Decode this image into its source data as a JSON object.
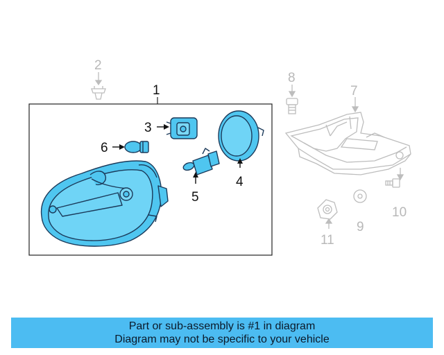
{
  "colors": {
    "part_fill": "#4fc6f0",
    "part_stroke": "#1b3a5a",
    "faded_stroke": "#bdbdbd",
    "banner_background": "#4cbcf2",
    "banner_text": "#0b1a2a"
  },
  "callouts": {
    "headlamp_assembly": "1",
    "push_clip": "2",
    "main_bulb_socket": "3",
    "bulb_cap": "4",
    "headlamp_bulb": "5",
    "side_bulb": "6",
    "mounting_bracket": "7",
    "bracket_bolt": "8",
    "nut": "9",
    "bolt": "10",
    "adjuster": "11"
  },
  "highlighted_callout": "1",
  "note": {
    "line1": "Part or sub-assembly is #1 in diagram",
    "line2": "Diagram may not be specific to your vehicle"
  }
}
